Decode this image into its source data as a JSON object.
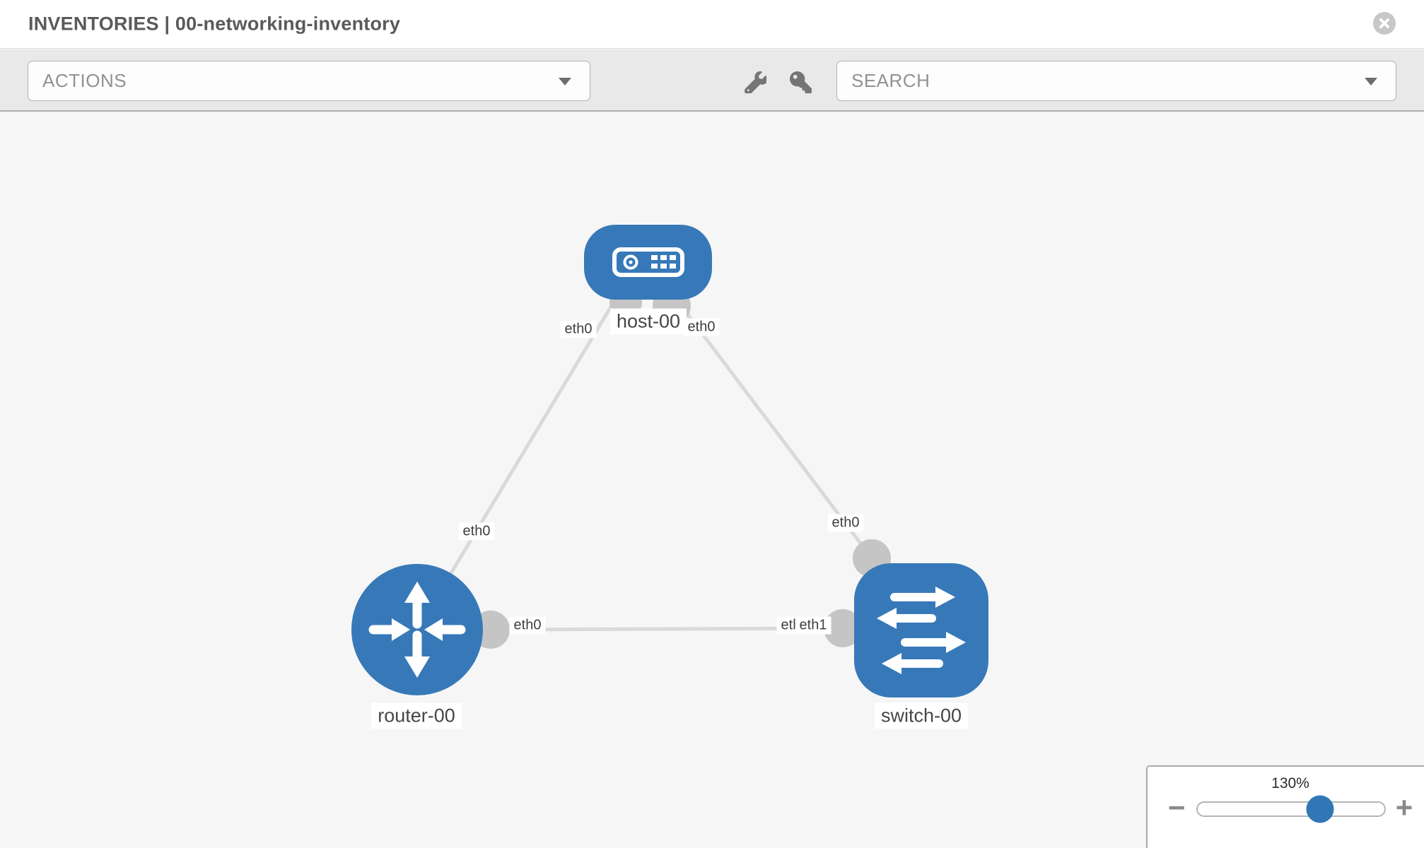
{
  "header": {
    "title_prefix": "INVENTORIES",
    "title_divider": "|",
    "inventory_name": "00-networking-inventory",
    "close_icon": "close-circle-icon"
  },
  "toolbar": {
    "actions": {
      "label": "ACTIONS",
      "caret_icon": "caret-down-icon"
    },
    "tools": {
      "wrench_icon": "wrench-icon",
      "key_icon": "key-icon"
    },
    "search": {
      "label": "SEARCH",
      "caret_icon": "caret-down-icon"
    }
  },
  "topology": {
    "nodes": [
      {
        "label": "host-00",
        "type": "host",
        "icon": "server-icon"
      },
      {
        "label": "router-00",
        "type": "router",
        "icon": "router-arrows-icon"
      },
      {
        "label": "switch-00",
        "type": "switch",
        "icon": "switch-arrows-icon"
      }
    ],
    "interfaces": {
      "host_router_host_end": "eth0",
      "host_router_router_end": "eth0",
      "host_switch_host_end": "eth0",
      "host_switch_switch_end": "eth0",
      "router_switch_router_end": "eth0",
      "router_switch_switch_end_hidden": "eth0",
      "router_switch_switch_end": "eth1"
    }
  },
  "zoom_control": {
    "level": "130%",
    "minus_label": "−",
    "plus_label": "+"
  },
  "colors": {
    "node_blue": "#3779b8",
    "connector_gray": "#c5c5c5",
    "link_gray": "#d9d9d9",
    "icon_gray": "#757575",
    "accent_blue": "#3277b5"
  }
}
